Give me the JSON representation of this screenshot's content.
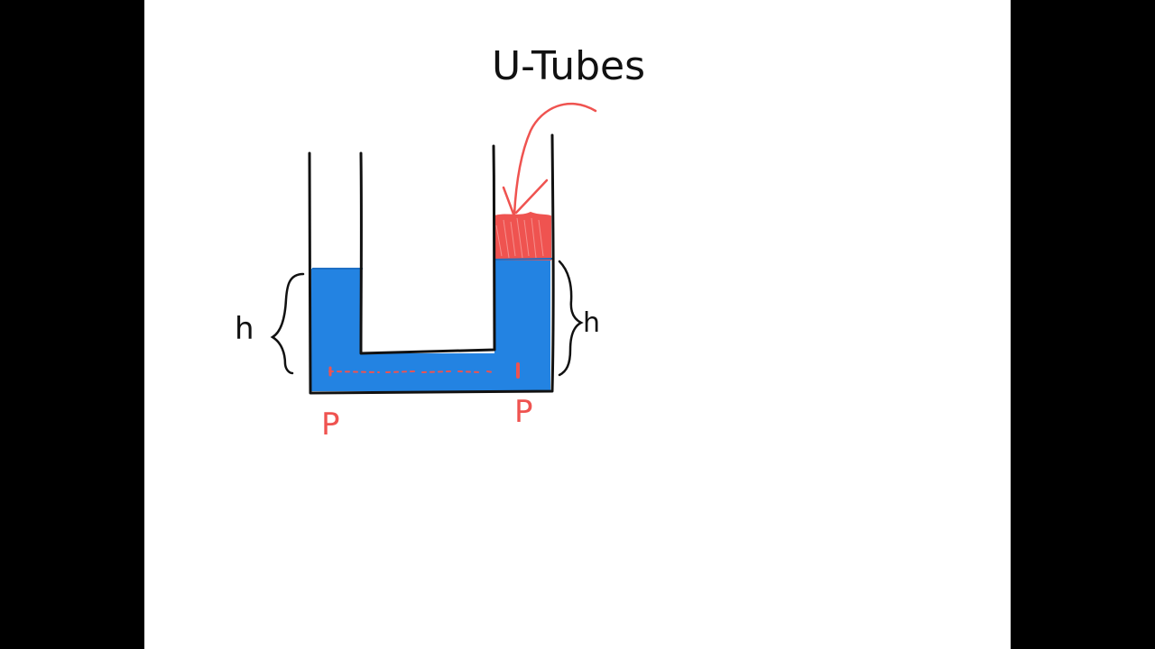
{
  "slide": {
    "title": "U-Tubes"
  },
  "diagram": {
    "labels": {
      "left_height": "h",
      "right_height": "h",
      "left_pressure": "P",
      "right_pressure": "P"
    },
    "colors": {
      "fluid": "#2383e2",
      "added_fluid": "#ef5350",
      "annotation": "#ef5350",
      "outline": "#111111",
      "background": "#ffffff"
    }
  }
}
